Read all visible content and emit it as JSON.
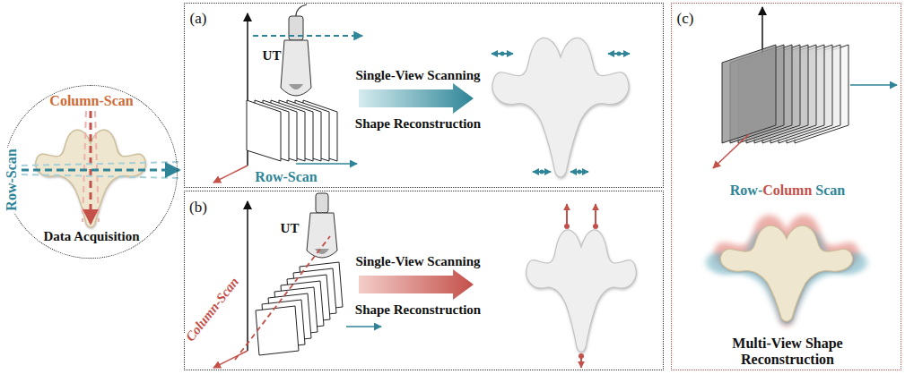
{
  "diagram": {
    "nodes": [
      {
        "text": [
          "Column-Scan",
          "Row-Scan",
          "Data Acquisition"
        ]
      },
      {
        "text": [
          "(a)",
          "UT",
          "Row-Scan",
          "Single-View Scanning",
          "Shape Reconstruction"
        ]
      },
      {
        "text": [
          "(b)",
          "UT",
          "Column-Scan",
          "Single-View Scanning",
          "Shape Reconstruction"
        ]
      },
      {
        "text": [
          "(c)",
          "Row-",
          "Column",
          "Scan",
          "Multi-View Shape Reconstruction"
        ]
      }
    ]
  }
}
